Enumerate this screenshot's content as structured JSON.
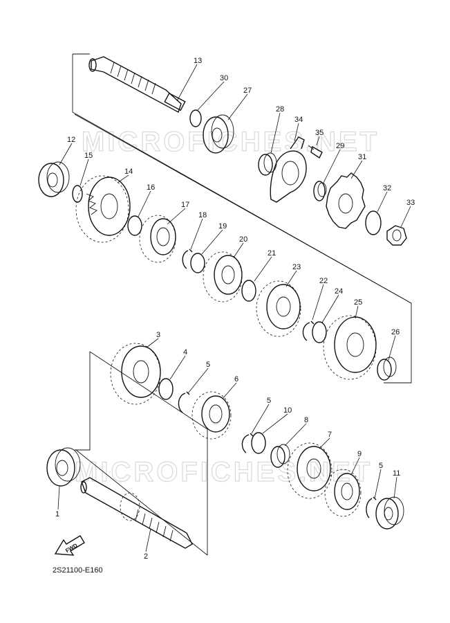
{
  "diagram": {
    "code": "2S21100-E160",
    "fwd_label": "FWD",
    "watermark": "MICROFICHES.NET",
    "callouts": [
      {
        "id": "c13",
        "label": "13"
      },
      {
        "id": "c30",
        "label": "30"
      },
      {
        "id": "c27",
        "label": "27"
      },
      {
        "id": "c28",
        "label": "28"
      },
      {
        "id": "c34",
        "label": "34"
      },
      {
        "id": "c35",
        "label": "35"
      },
      {
        "id": "c29",
        "label": "29"
      },
      {
        "id": "c31",
        "label": "31"
      },
      {
        "id": "c32",
        "label": "32"
      },
      {
        "id": "c33",
        "label": "33"
      },
      {
        "id": "c12",
        "label": "12"
      },
      {
        "id": "c15",
        "label": "15"
      },
      {
        "id": "c14",
        "label": "14"
      },
      {
        "id": "c16",
        "label": "16"
      },
      {
        "id": "c17",
        "label": "17"
      },
      {
        "id": "c18",
        "label": "18"
      },
      {
        "id": "c19",
        "label": "19"
      },
      {
        "id": "c20",
        "label": "20"
      },
      {
        "id": "c21",
        "label": "21"
      },
      {
        "id": "c23",
        "label": "23"
      },
      {
        "id": "c22",
        "label": "22"
      },
      {
        "id": "c24",
        "label": "24"
      },
      {
        "id": "c25",
        "label": "25"
      },
      {
        "id": "c26",
        "label": "26"
      },
      {
        "id": "c3",
        "label": "3"
      },
      {
        "id": "c4",
        "label": "4"
      },
      {
        "id": "c5a",
        "label": "5"
      },
      {
        "id": "c6",
        "label": "6"
      },
      {
        "id": "c5b",
        "label": "5"
      },
      {
        "id": "c10",
        "label": "10"
      },
      {
        "id": "c8",
        "label": "8"
      },
      {
        "id": "c7",
        "label": "7"
      },
      {
        "id": "c9",
        "label": "9"
      },
      {
        "id": "c5c",
        "label": "5"
      },
      {
        "id": "c11",
        "label": "11"
      },
      {
        "id": "c1",
        "label": "1"
      },
      {
        "id": "c2",
        "label": "2"
      }
    ]
  }
}
